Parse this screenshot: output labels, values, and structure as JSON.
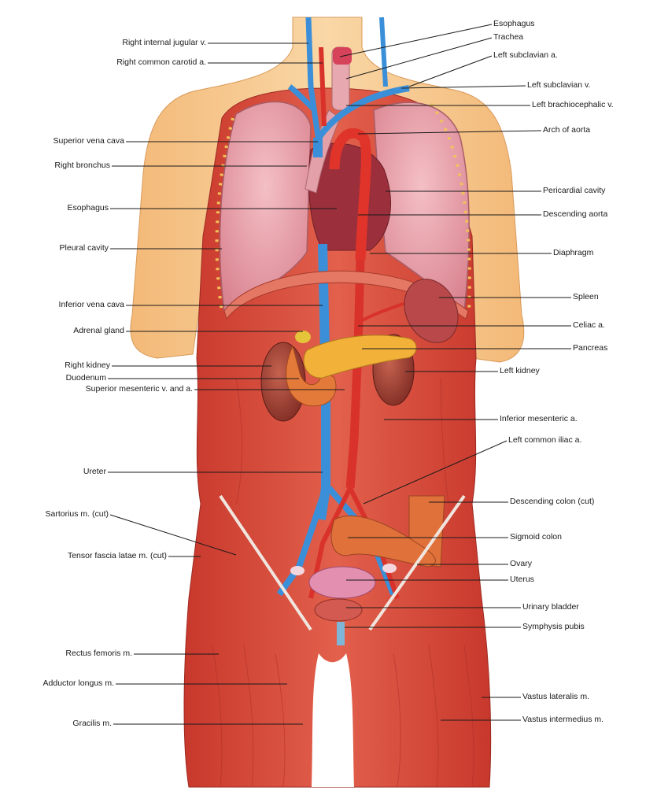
{
  "labels_left": [
    {
      "id": "right-internal-jugular-v",
      "text": "Right internal jugular v."
    },
    {
      "id": "right-common-carotid-a",
      "text": "Right common carotid a."
    },
    {
      "id": "superior-vena-cava",
      "text": "Superior vena cava"
    },
    {
      "id": "right-bronchus",
      "text": "Right bronchus"
    },
    {
      "id": "esophagus-left",
      "text": "Esophagus"
    },
    {
      "id": "pleural-cavity",
      "text": "Pleural cavity"
    },
    {
      "id": "inferior-vena-cava",
      "text": "Inferior vena cava"
    },
    {
      "id": "adrenal-gland",
      "text": "Adrenal gland"
    },
    {
      "id": "right-kidney",
      "text": "Right kidney"
    },
    {
      "id": "duodenum",
      "text": "Duodenum"
    },
    {
      "id": "superior-mesenteric",
      "text": "Superior mesenteric v. and a."
    },
    {
      "id": "ureter",
      "text": "Ureter"
    },
    {
      "id": "sartorius",
      "text": "Sartorius m. (cut)"
    },
    {
      "id": "tensor-fascia-latae",
      "text": "Tensor fascia latae m. (cut)"
    },
    {
      "id": "rectus-femoris",
      "text": "Rectus femoris m."
    },
    {
      "id": "adductor-longus",
      "text": "Adductor longus m."
    },
    {
      "id": "gracilis",
      "text": "Gracilis m."
    }
  ],
  "labels_right": [
    {
      "id": "esophagus-right",
      "text": "Esophagus"
    },
    {
      "id": "trachea",
      "text": "Trachea"
    },
    {
      "id": "left-subclavian-a",
      "text": "Left subclavian a."
    },
    {
      "id": "left-subclavian-v",
      "text": "Left subclavian v."
    },
    {
      "id": "left-brachiocephalic-v",
      "text": "Left brachiocephalic v."
    },
    {
      "id": "arch-of-aorta",
      "text": "Arch of aorta"
    },
    {
      "id": "pericardial-cavity",
      "text": "Pericardial cavity"
    },
    {
      "id": "descending-aorta",
      "text": "Descending aorta"
    },
    {
      "id": "diaphragm",
      "text": "Diaphragm"
    },
    {
      "id": "spleen",
      "text": "Spleen"
    },
    {
      "id": "celiac-a",
      "text": "Celiac a."
    },
    {
      "id": "pancreas",
      "text": "Pancreas"
    },
    {
      "id": "left-kidney",
      "text": "Left kidney"
    },
    {
      "id": "inferior-mesenteric-a",
      "text": "Inferior mesenteric a."
    },
    {
      "id": "left-common-iliac-a",
      "text": "Left common iliac a."
    },
    {
      "id": "descending-colon",
      "text": "Descending colon (cut)"
    },
    {
      "id": "sigmoid-colon",
      "text": "Sigmoid colon"
    },
    {
      "id": "ovary",
      "text": "Ovary"
    },
    {
      "id": "uterus",
      "text": "Uterus"
    },
    {
      "id": "urinary-bladder",
      "text": "Urinary bladder"
    },
    {
      "id": "symphysis-pubis",
      "text": "Symphysis pubis"
    },
    {
      "id": "vastus-lateralis",
      "text": "Vastus lateralis m."
    },
    {
      "id": "vastus-intermedius",
      "text": "Vastus intermedius m."
    }
  ],
  "colors": {
    "skin": "#f6c98e",
    "muscle": "#d9493a",
    "lung": "#e9a0ad",
    "vein": "#3a8fd8",
    "artery": "#d8322a",
    "pancreas": "#f2b23a",
    "kidney": "#a84335",
    "leader_line": "#1a1a1a"
  }
}
